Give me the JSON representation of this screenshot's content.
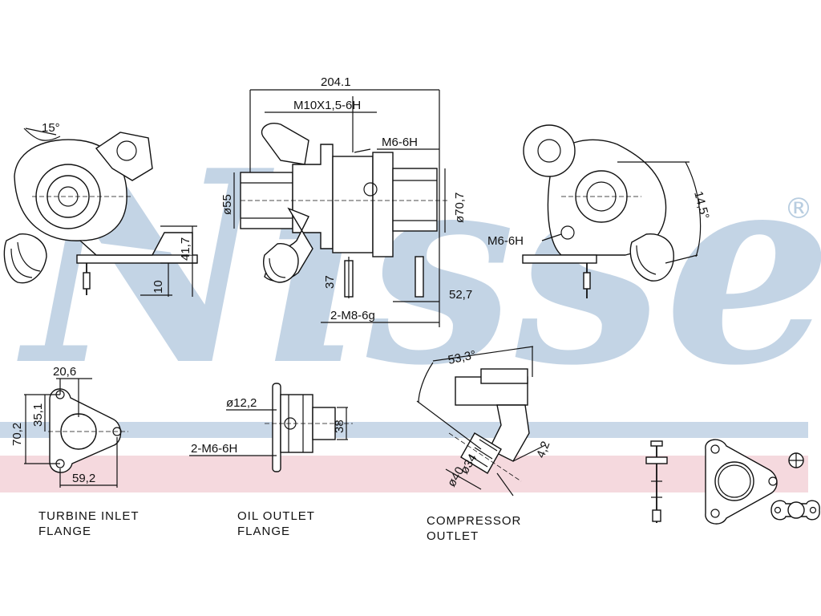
{
  "watermark": {
    "text": "Nissens",
    "registered": "®",
    "color": "#b8cde0"
  },
  "band_colors": {
    "blue": "#c9d8e8",
    "pink": "#f5d9de"
  },
  "dimensions": {
    "width_204": "204.1",
    "thread_m10": "M10X1,5-6H",
    "thread_m6_top": "M6-6H",
    "dia_55": "ø55",
    "dia_70": "ø70,7",
    "angle_15": "15°",
    "h_41": "41,7",
    "h_10": "10",
    "h_37": "37",
    "w_52": "52,7",
    "thread_2m8": "2-M8-6g",
    "angle_145": "14,5°",
    "thread_m6_right": "M6-6H",
    "w_20": "20,6",
    "h_70": "70,2",
    "h_35": "35,1",
    "w_59": "59,2",
    "dia_12": "ø12,2",
    "thread_2m6": "2-M6-6H",
    "h_38": "38",
    "angle_53": "53,3°",
    "h_42": "4,2",
    "dia_34": "ø34",
    "dia_40": "ø40"
  },
  "captions": {
    "turbine_1": "TURBINE INLET",
    "turbine_2": "FLANGE",
    "oil_1": "OIL OUTLET",
    "oil_2": "FLANGE",
    "comp_1": "COMPRESSOR",
    "comp_2": "OUTLET"
  }
}
